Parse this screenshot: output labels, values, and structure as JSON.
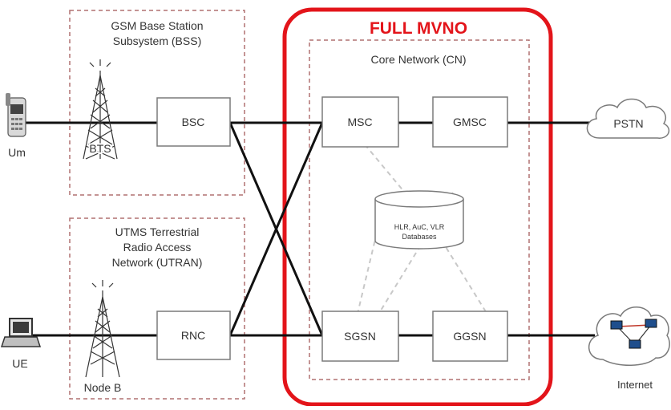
{
  "colors": {
    "mvno_red": "#e3141a",
    "line": "#111111",
    "box_border": "#7a7a7a",
    "dashed": "#b07070"
  },
  "bss": {
    "title_line1": "GSM Base Station",
    "title_line2": "Subsystem (BSS)",
    "bsc": "BSC",
    "bts": "BTS"
  },
  "utran": {
    "title_line1": "UTMS Terrestrial",
    "title_line2": "Radio Access",
    "title_line3": "Network (UTRAN)",
    "rnc": "RNC",
    "nodeb": "Node B"
  },
  "mvno": {
    "title": "FULL MVNO"
  },
  "core": {
    "title": "Core Network (CN)",
    "msc": "MSC",
    "gmsc": "GMSC",
    "sgsn": "SGSN",
    "ggsn": "GGSN",
    "db_line1": "HLR, AuC, VLR",
    "db_line2": "Databases"
  },
  "external": {
    "pstn": "PSTN",
    "internet": "Internet"
  },
  "devices": {
    "um": "Um",
    "ue": "UE"
  },
  "icons": [
    "mobile-phone-icon",
    "laptop-icon",
    "antenna-tower-icon",
    "cloud-icon",
    "database-icon",
    "network-nodes-icon"
  ]
}
